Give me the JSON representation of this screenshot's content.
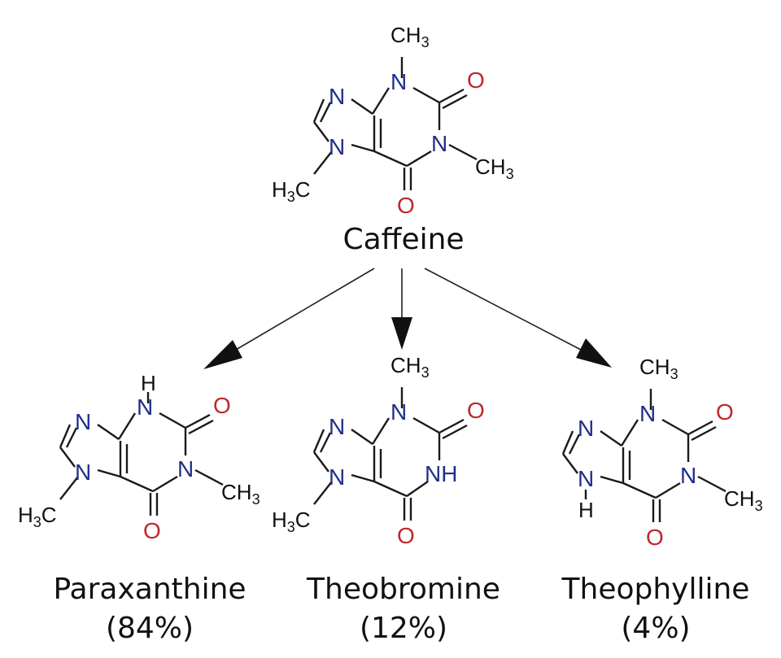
{
  "caffeine": {
    "name": "Caffeine",
    "atoms": {
      "n": "N",
      "o": "O",
      "ch3": "CH",
      "h3c": "H",
      "c": "C",
      "sub3": "3"
    }
  },
  "products": [
    {
      "name": "Paraxanthine",
      "share": "(84%)",
      "h_top": "H"
    },
    {
      "name": "Theobromine",
      "share": "(12%)",
      "nh": "NH"
    },
    {
      "name": "Theophylline",
      "share": "(4%)",
      "h_bottom": "H"
    }
  ]
}
